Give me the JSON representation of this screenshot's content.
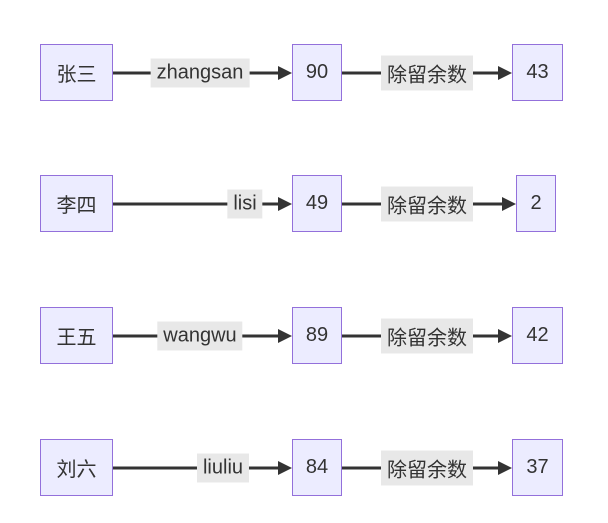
{
  "diagram": {
    "type": "flowchart",
    "direction": "left-to-right",
    "method_label": "除留余数",
    "rows": [
      {
        "name": "张三",
        "pinyin": "zhangsan",
        "hash": "90",
        "result": "43"
      },
      {
        "name": "李四",
        "pinyin": "lisi",
        "hash": "49",
        "result": "2"
      },
      {
        "name": "王五",
        "pinyin": "wangwu",
        "hash": "89",
        "result": "42"
      },
      {
        "name": "刘六",
        "pinyin": "liuliu",
        "hash": "84",
        "result": "37"
      }
    ],
    "colors": {
      "node_fill": "#ECECFF",
      "node_border": "#9370DB",
      "edge": "#333333",
      "edge_label_bg": "#e8e8e8",
      "text": "#333333",
      "background": "#ffffff"
    }
  }
}
